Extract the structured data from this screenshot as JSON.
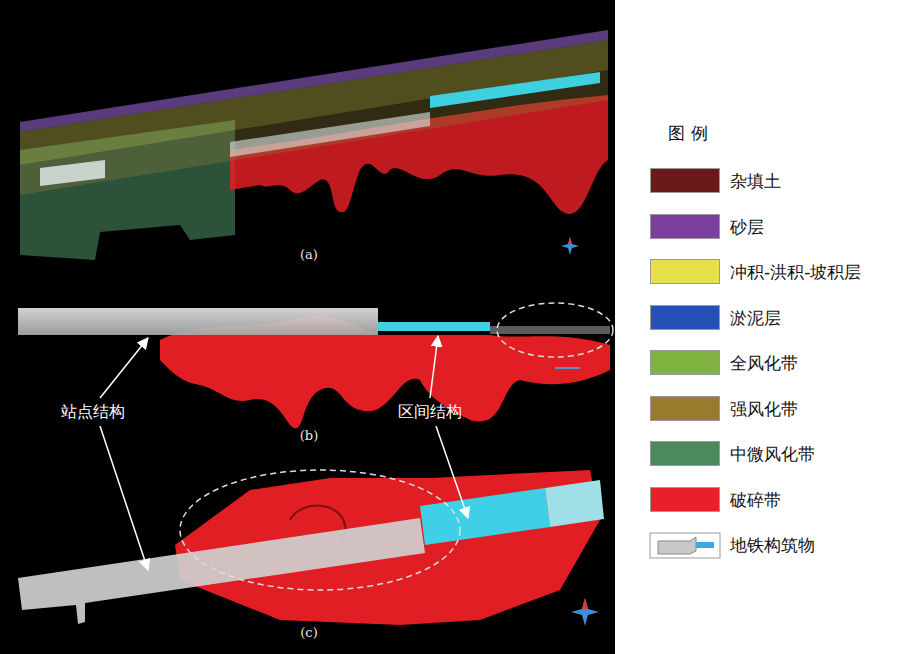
{
  "diagram": {
    "labels": [
      "(a)",
      "(b)",
      "(c)",
      "站点结构",
      "区间结构",
      "图 例"
    ],
    "legend": [
      {
        "text": "杂填土",
        "color": "#6b1a1a"
      },
      {
        "text": "砂层",
        "color": "#7b3f9e"
      },
      {
        "text": "冲积-洪积-坡积层",
        "color": "#e6e04a"
      },
      {
        "text": "淤泥层",
        "color": "#2451b5"
      },
      {
        "text": "全风化带",
        "color": "#7fb23f"
      },
      {
        "text": "强风化带",
        "color": "#9a7b2e"
      },
      {
        "text": "中微风化带",
        "color": "#4a8a5e"
      },
      {
        "text": "破碎带",
        "color": "#e8202a"
      },
      {
        "text": "地铁构筑物"
      }
    ]
  }
}
